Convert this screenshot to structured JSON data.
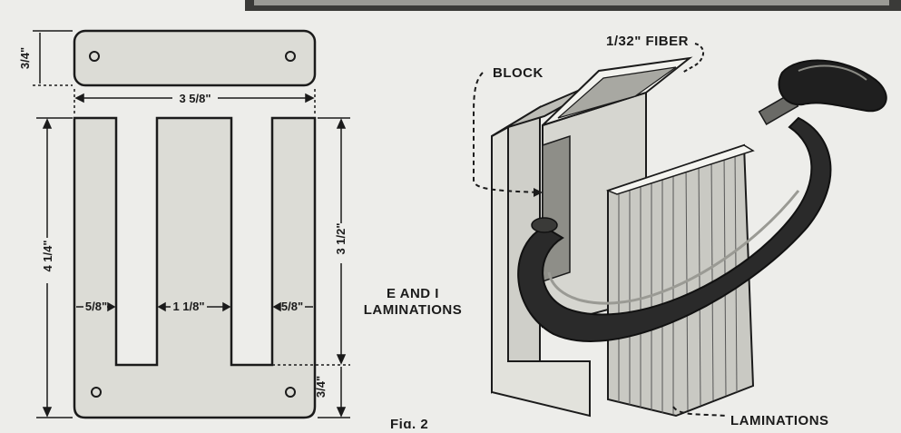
{
  "figure": {
    "caption": "Fig. 2",
    "colors": {
      "paper": "#ededea",
      "ink": "#1b1b1b",
      "plate": "#dcdcd6",
      "clamp": "#2a2a2a"
    }
  },
  "laminations_drawing": {
    "title_line1": "E AND I",
    "title_line2": "LAMINATIONS",
    "dims": {
      "i_height": "3/4\"",
      "i_width": "3 5/8\"",
      "overall_height": "4 1/4\"",
      "slot_height": "3 1/2\"",
      "outer_leg": "5/8\"",
      "center_leg": "1 1/8\"",
      "outer_leg_right": "5/8\"",
      "bottom_bar": "3/4\""
    }
  },
  "assembly_drawing": {
    "block_label": "BLOCK",
    "fiber_label": "1/32\" FIBER",
    "laminations_label": "LAMINATIONS"
  }
}
